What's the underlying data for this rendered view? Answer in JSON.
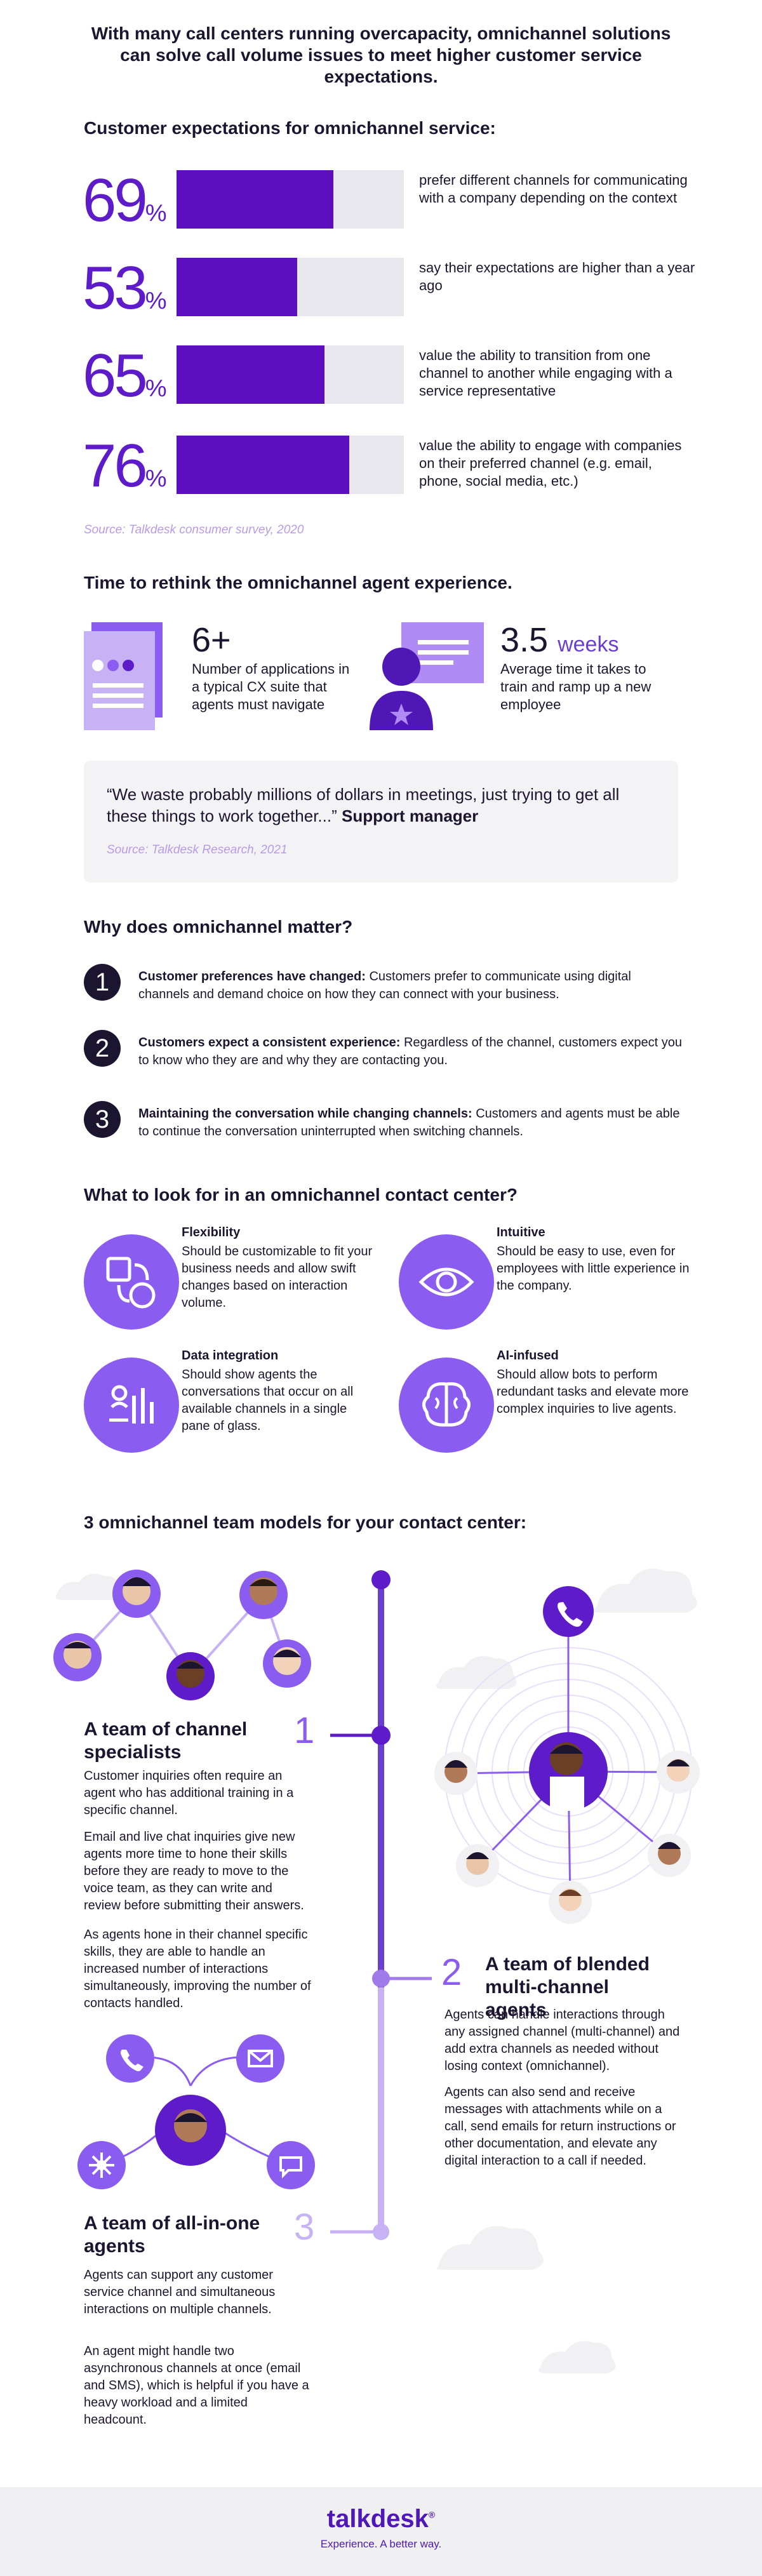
{
  "intro": "With many call centers running overcapacity, omnichannel solutions can solve call volume issues to meet higher customer service expectations.",
  "expectations": {
    "title": "Customer expectations for omnichannel service:",
    "items": [
      {
        "value": 69,
        "pct": "69",
        "text": "prefer different channels for communicating with a company depending on the context"
      },
      {
        "value": 53,
        "pct": "53",
        "text": "say their expectations are higher than a year ago"
      },
      {
        "value": 65,
        "pct": "65",
        "text": "value the ability to transition from one channel to another while engaging with a service representative"
      },
      {
        "value": 76,
        "pct": "76",
        "text": "value the ability to engage with companies on their preferred channel (e.g. email, phone, social media, etc.)"
      }
    ],
    "percent_symbol": "%",
    "source": "Source: Talkdesk consumer survey, 2020"
  },
  "rethink": {
    "title": "Time to rethink the omnichannel agent experience.",
    "stat1_num": "6+",
    "stat1_text": "Number of applications in a typical CX suite that agents must navigate",
    "stat2_num": "3.5",
    "stat2_unit": "weeks",
    "stat2_text": "Average time it takes to train and ramp up a new employee",
    "quote": "“We waste probably millions of dollars in meetings, just trying to get all these things to work together...”",
    "quote_author": "Support manager",
    "quote_source": "Source: Talkdesk Research, 2021"
  },
  "why": {
    "title": "Why does omnichannel matter?",
    "items": [
      {
        "num": "1",
        "bold": "Customer preferences have changed:",
        "text": "Customers prefer to communicate using digital channels and demand choice on how they can connect with your business."
      },
      {
        "num": "2",
        "bold": "Customers expect a consistent experience:",
        "text": "Regardless of the channel, customers expect you to know who they are and why they are contacting you."
      },
      {
        "num": "3",
        "bold": "Maintaining the conversation while changing channels:",
        "text": "Customers and agents must be able to continue the conversation uninterrupted when switching channels."
      }
    ]
  },
  "lookfor": {
    "title": "What to look for in an omnichannel contact center?",
    "items": [
      {
        "title": "Flexibility",
        "text": "Should be customizable to fit your business needs and allow swift changes based on interaction volume.",
        "icon": "transition-icon"
      },
      {
        "title": "Intuitive",
        "text": "Should be easy to use, even for employees with little experience in the company.",
        "icon": "eye-icon"
      },
      {
        "title": "Data integration",
        "text": "Should show agents the conversations that occur on all available channels in a single pane of glass.",
        "icon": "analytics-icon"
      },
      {
        "title": "AI-infused",
        "text": "Should allow bots to perform redundant tasks and elevate more complex inquiries to live agents.",
        "icon": "brain-icon"
      }
    ]
  },
  "models": {
    "title": "3 omnichannel team models for your contact center:",
    "m1": {
      "num": "1",
      "title": "A team of channel specialists",
      "p1": "Customer inquiries often require an agent who has additional training in a specific channel.",
      "p2": "Email and live chat inquiries give new agents more time to hone their skills before they are ready to move to the voice team, as they can write and review before submitting their answers.",
      "p3": "As agents hone in their channel specific skills, they are able to handle an increased number of interactions simultaneously, improving the number of contacts handled."
    },
    "m2": {
      "num": "2",
      "title": "A team of blended multi-channel agents",
      "p1": "Agents can handle interactions through any assigned channel (multi-channel) and add extra channels as needed without losing context (omnichannel).",
      "p2": "Agents can also send and receive messages with attachments while on a call, send emails for return instructions or other documentation, and elevate any digital interaction to a call if needed."
    },
    "m3": {
      "num": "3",
      "title": "A team of all-in-one agents",
      "p1": "Agents can support any customer service channel and simultaneous interactions on multiple channels.",
      "p2": "An agent might handle two asynchronous channels at once (email and SMS), which is helpful if you have a heavy workload and a limited headcount."
    }
  },
  "footer": {
    "logo": "talkdesk",
    "trademark": "®",
    "tagline": "Experience. A better way."
  },
  "colors": {
    "purple_dark": "#5d0fc0",
    "purple_light": "#8a5cf0",
    "navy": "#1c1530",
    "gray": "#e8e7ed"
  }
}
